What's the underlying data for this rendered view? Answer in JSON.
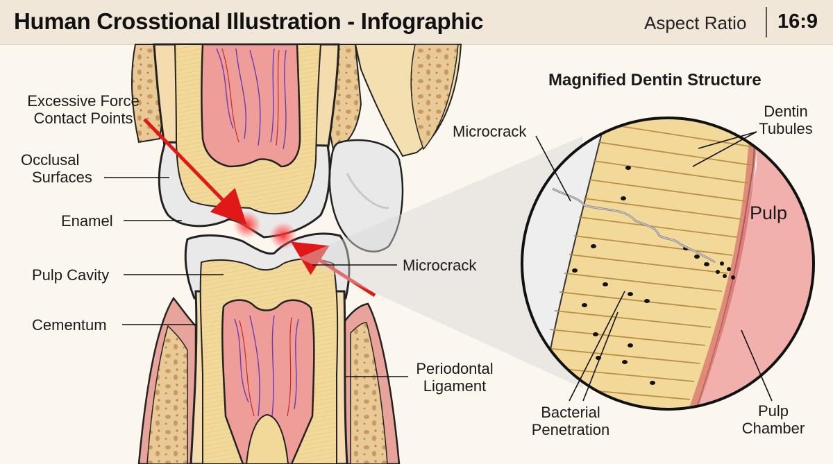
{
  "header": {
    "title": "Human Crosstional Illustration - Infographic",
    "aspect_label": "Aspect Ratio",
    "aspect_value": "16:9"
  },
  "labels": {
    "excessive_force_1": "Excessive Force",
    "excessive_force_2": "Contact Points",
    "occlusal_1": "Occlusal",
    "occlusal_2": "Surfaces",
    "enamel": "Enamel",
    "pulp_cavity": "Pulp Cavity",
    "cementum": "Cementum",
    "microcrack": "Microcrack",
    "periodontal_1": "Periodontal",
    "periodontal_2": "Ligament"
  },
  "magnified": {
    "title": "Magnified Dentin Structure",
    "microcrack": "Microcrack",
    "dentin_tubules_1": "Dentin",
    "dentin_tubules_2": "Tubules",
    "pulp": "Pulp",
    "bacterial_1": "Bacterial",
    "bacterial_2": "Penetration",
    "pulp_chamber_1": "Pulp",
    "pulp_chamber_2": "Chamber"
  },
  "colors": {
    "header_bg": "#f1e7d8",
    "enamel": "#e8e8e8",
    "dentin": "#f2d99a",
    "pulp": "#ef9f9f",
    "bone": "#e7c48f",
    "gum": "#e8a49a",
    "force_arrow": "#e01818",
    "nerve": "#6a3bb0"
  }
}
